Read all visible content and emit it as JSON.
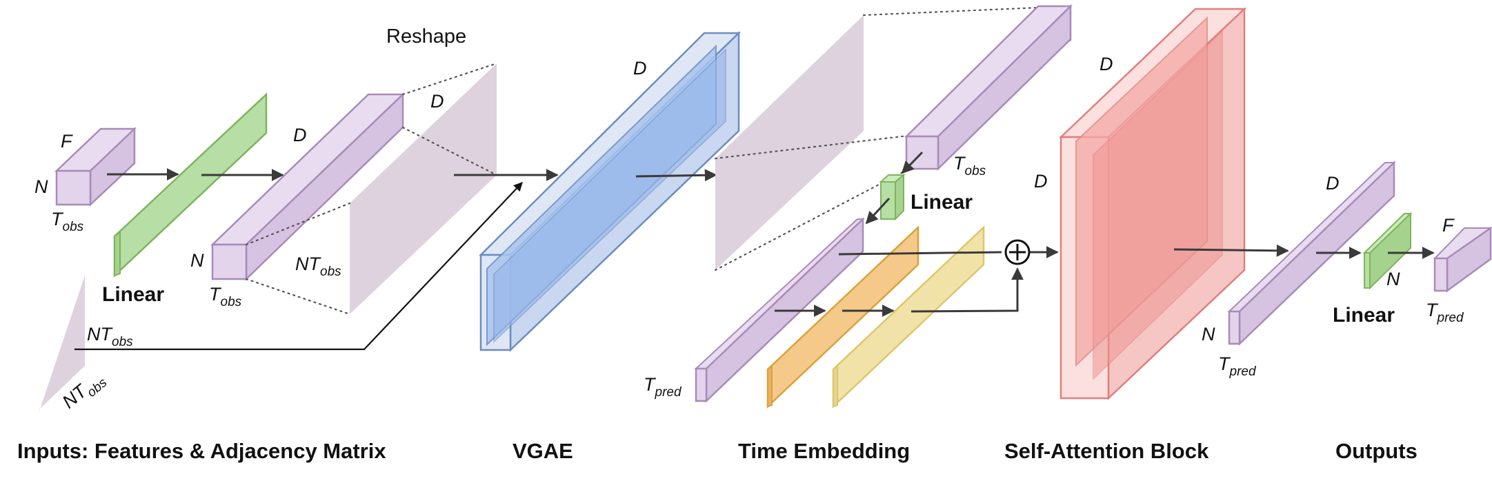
{
  "labels": {
    "F": "F",
    "N": "N",
    "D": "D",
    "T": "T",
    "NT": "NT",
    "obs": "obs",
    "pred": "pred",
    "reshape": "Reshape",
    "linear": "Linear"
  },
  "sections": {
    "inputs": "Inputs: Features & Adjacency Matrix",
    "vgae": "VGAE",
    "time_embedding": "Time Embedding",
    "self_attention": "Self-Attention Block",
    "outputs": "Outputs"
  },
  "colors": {
    "purple_fill": "#e3d3eb",
    "purple_stroke": "#a78bb8",
    "green_fill": "#b7dea4",
    "green_stroke": "#7fb35e",
    "blue_fill": "#a9c4ee",
    "blue_stroke": "#6a8dc0",
    "orange_fill": "#f5c98a",
    "orange_stroke": "#d9a23a",
    "yellow_fill": "#f1e2a8",
    "yellow_stroke": "#dcc66a",
    "red_fill": "#f3a9a6",
    "red_stroke": "#e07f7c",
    "plane_fill": "#ddd2de"
  },
  "icons": {
    "sum": "circled-plus-icon"
  }
}
